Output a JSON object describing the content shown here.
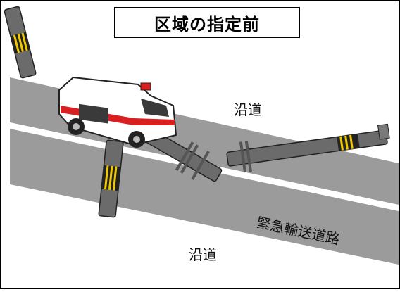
{
  "title": "区域の指定前",
  "labels": {
    "roadside_upper": "沿道",
    "emergency_road": "緊急輸送道路",
    "roadside_lower": "沿道"
  },
  "colors": {
    "road": "#9b9b9b",
    "road_line": "#ffffff",
    "pole": "#6b6b6b",
    "stripe_yellow": "#f0c800",
    "ambulance_red": "#d82020"
  },
  "icons": [
    "ambulance-icon",
    "utility-pole-icon"
  ]
}
